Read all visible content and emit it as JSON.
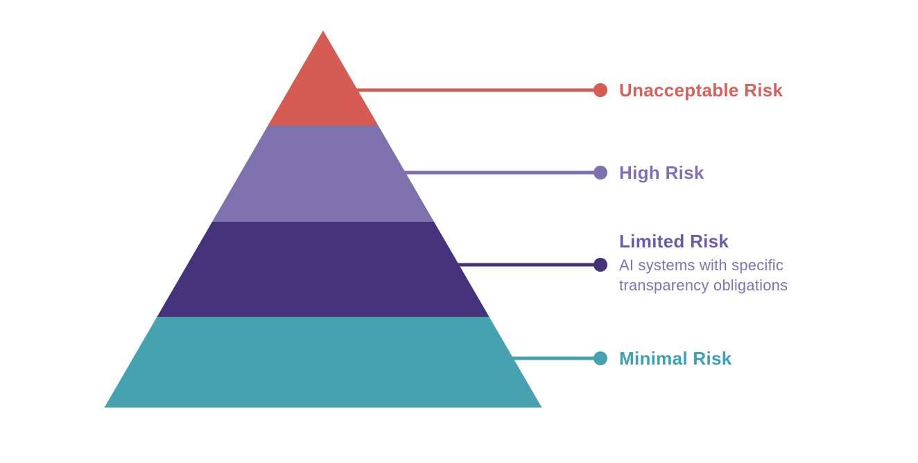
{
  "diagram": {
    "background": "#ffffff",
    "layers": [
      {
        "label": "Unacceptable Risk",
        "color": "#d65b52",
        "text_color": "#d8605b"
      },
      {
        "label": "High Risk",
        "color": "#7d72ad",
        "text_color": "#7d70b5"
      },
      {
        "label": "Limited Risk",
        "sublabel_lines": [
          "AI systems with specific",
          "transparency obligations"
        ],
        "color": "#46327b",
        "text_color": "#6a5ba8",
        "sublabel_color": "#7f72b6"
      },
      {
        "label": "Minimal Risk",
        "color": "#47a2b0",
        "text_color": "#3da1b5"
      }
    ]
  }
}
